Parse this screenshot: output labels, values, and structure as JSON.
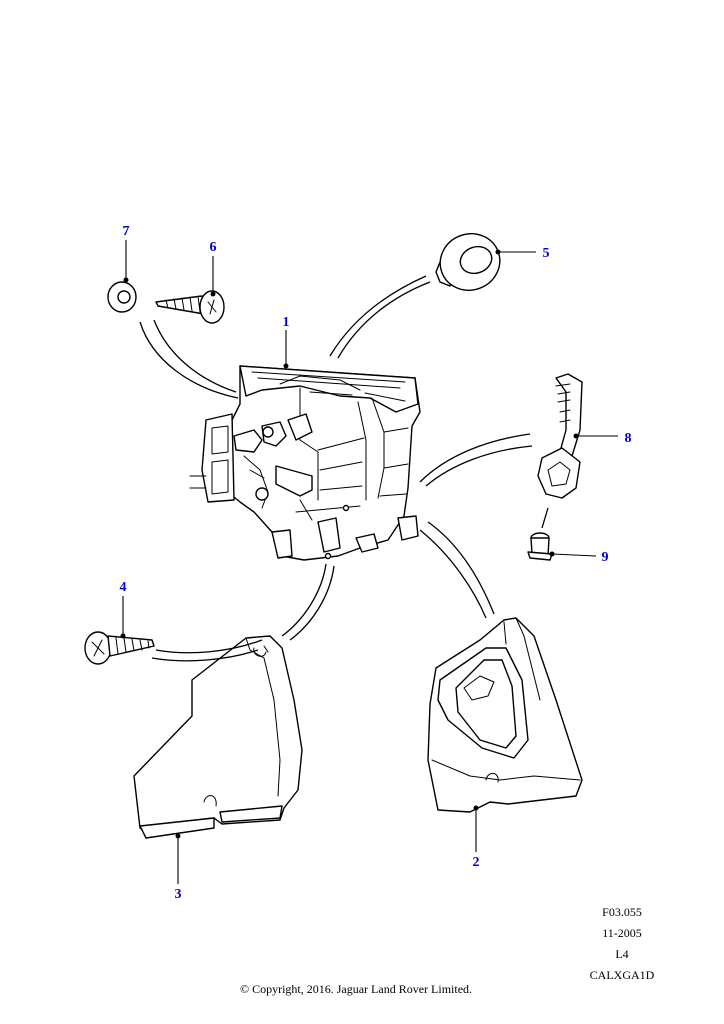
{
  "callout_color": "#0000cc",
  "callouts": {
    "c1": "1",
    "c2": "2",
    "c3": "3",
    "c4": "4",
    "c5": "5",
    "c6": "6",
    "c7": "7",
    "c8": "8",
    "c9": "9"
  },
  "parts": {
    "p1": "heater-assembly",
    "p2": "air-duct-right",
    "p3": "air-duct-left",
    "p4": "screw",
    "p5": "grommet",
    "p6": "screw",
    "p7": "washer",
    "p8": "drain-tube",
    "p9": "drain-valve"
  },
  "meta": {
    "ref": "F03.055",
    "date": "11-2005",
    "level": "L4",
    "code": "CALXGA1D"
  },
  "copyright": "© Copyright, 2016. Jaguar Land Rover Limited."
}
